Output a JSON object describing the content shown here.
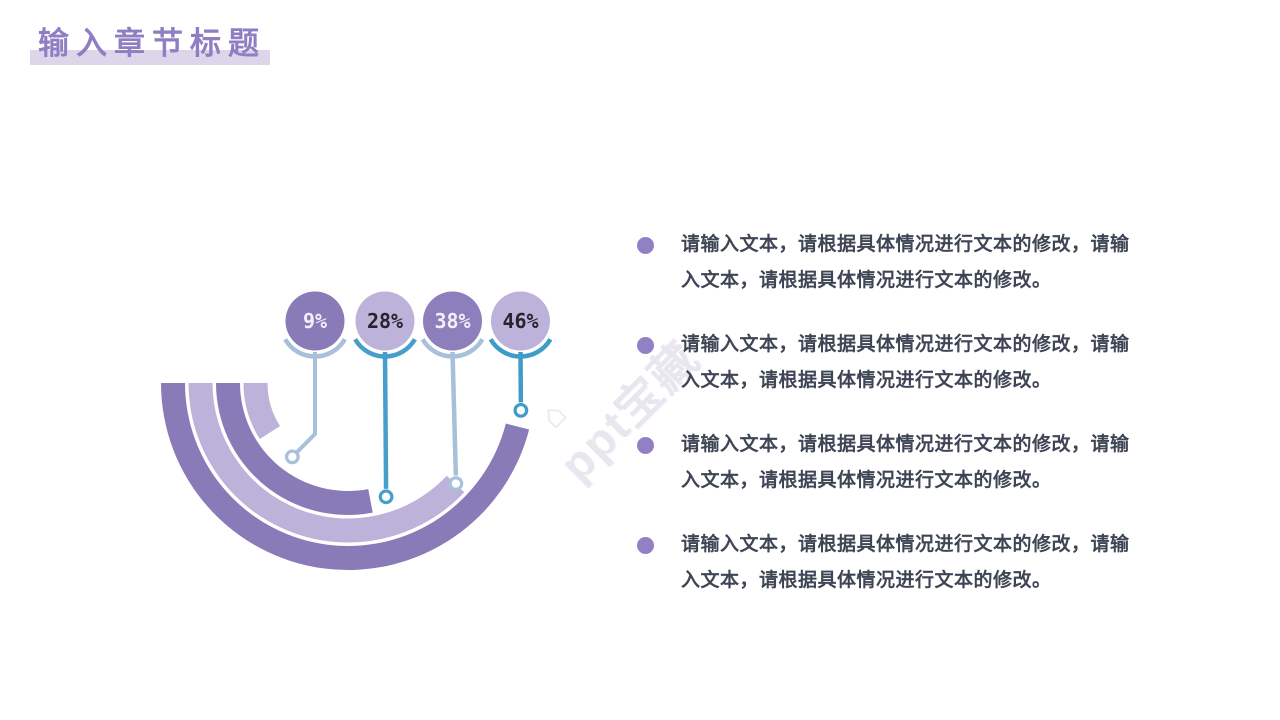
{
  "header": {
    "title": "输入章节标题",
    "title_color": "#8f7ec2",
    "underline_color": "#dcd6eb"
  },
  "watermark": {
    "house_icon": "⌂",
    "text": "ppt宝藏"
  },
  "chart_data": {
    "type": "radial_arc_progress",
    "description": "Four concentric arc bands starting at the left (west, 180°) sweeping clockwise; arc length = value% of 360°. Each band links by a thin connector stem with an open ring to a percentage bubble above, with a small smile-arc under each bubble.",
    "unit": "%",
    "start_angle_deg": 180,
    "categories": [
      "9%",
      "28%",
      "38%",
      "46%"
    ],
    "values": [
      9,
      28,
      38,
      46
    ],
    "items": [
      {
        "label": "9%",
        "value": 9,
        "circle_fill": "#897ab8",
        "label_color": "#f2effa",
        "band_fill": "#bcb2da",
        "connector_color": "#a9c0da"
      },
      {
        "label": "28%",
        "value": 28,
        "circle_fill": "#bcb2da",
        "label_color": "#25252e",
        "band_fill": "#897ab8",
        "connector_color": "#469fca"
      },
      {
        "label": "38%",
        "value": 38,
        "circle_fill": "#8d7fbc",
        "label_color": "#f2effa",
        "band_fill": "#bcb2da",
        "connector_color": "#a9c0da"
      },
      {
        "label": "46%",
        "value": 46,
        "circle_fill": "#bcb2da",
        "label_color": "#25252e",
        "band_fill": "#897ab8",
        "connector_color": "#3f9cc9"
      }
    ]
  },
  "bullets": {
    "dot_color": "#9181c4",
    "text_color": "#3e4554",
    "items": [
      {
        "text": "请输入文本，请根据具体情况进行文本的修改，请输入文本，请根据具体情况进行文本的修改。"
      },
      {
        "text": "请输入文本，请根据具体情况进行文本的修改，请输入文本，请根据具体情况进行文本的修改。"
      },
      {
        "text": "请输入文本，请根据具体情况进行文本的修改，请输入文本，请根据具体情况进行文本的修改。"
      },
      {
        "text": "请输入文本，请根据具体情况进行文本的修改，请输入文本，请根据具体情况进行文本的修改。"
      }
    ]
  }
}
